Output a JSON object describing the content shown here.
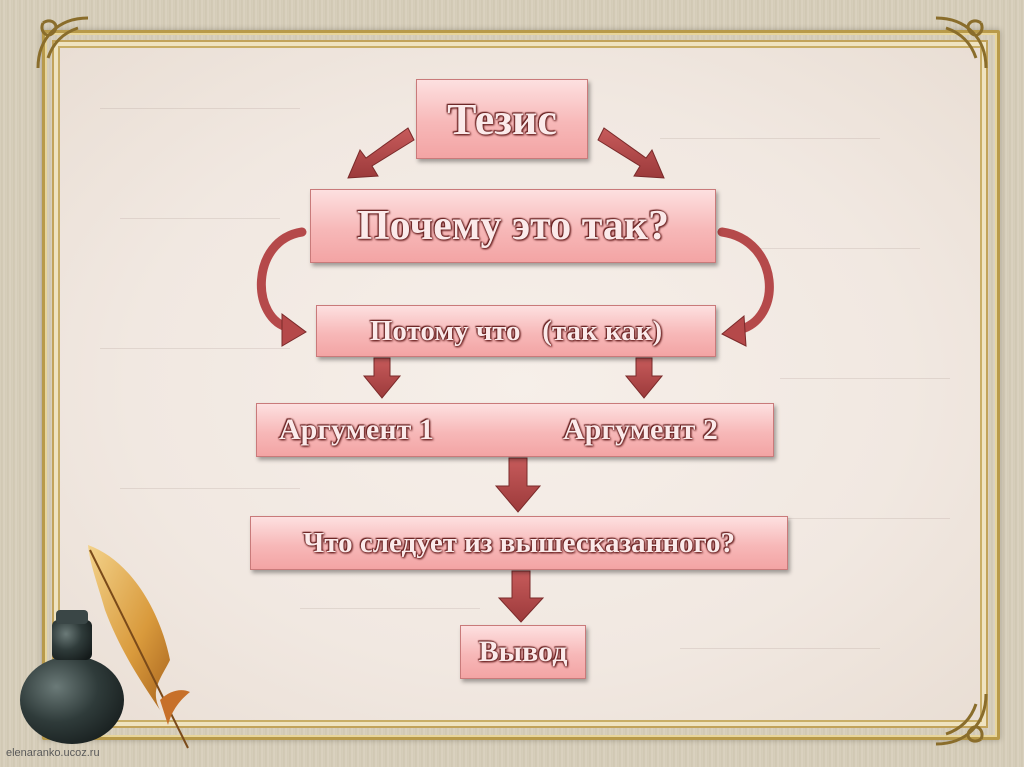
{
  "diagram": {
    "thesis": "Тезис",
    "question": "Почему это так?",
    "because": "Потому что   (так как)",
    "argument1": "Аргумент 1",
    "argument2": "Аргумент 2",
    "conclusion_question": "Что следует из вышесказанного?",
    "result": "Вывод"
  },
  "watermark": "elenaranko.ucoz.ru",
  "colors": {
    "box_fill": "#f7b8b8",
    "arrow_fill": "#b5494a",
    "frame": "#b89a4a"
  }
}
